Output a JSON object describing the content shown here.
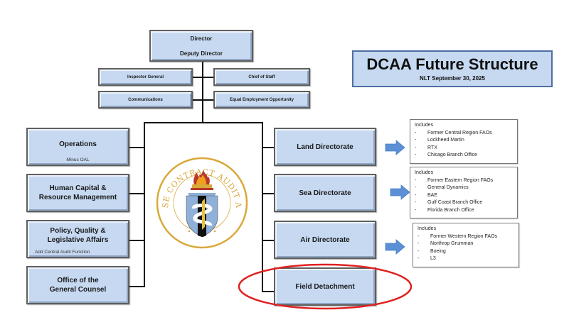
{
  "header": {
    "title": "DCAA Future Structure",
    "subtitle": "NLT September 30, 2025"
  },
  "top": {
    "director": "Director",
    "deputy_director": "Deputy Director"
  },
  "staff": {
    "inspector_general": "Inspector General",
    "chief_of_staff": "Chief of Staff",
    "communications": "Communications",
    "eeo": "Equal Employment Opportunity"
  },
  "left_units": [
    {
      "label": "Operations",
      "note": "Minus OAL"
    },
    {
      "label": "Human Capital & Resource Management",
      "note": ""
    },
    {
      "label": "Policy, Quality & Legislative Affairs",
      "note": "Add Central Audit Function"
    },
    {
      "label": "Office of the General Counsel",
      "note": ""
    }
  ],
  "right_units": [
    {
      "label": "Land Directorate"
    },
    {
      "label": "Sea Directorate"
    },
    {
      "label": "Air Directorate"
    },
    {
      "label": "Field Detachment",
      "highlighted": true
    }
  ],
  "includes": [
    {
      "header": "Includes",
      "items": [
        "Former Central Region FAOs",
        "Lockheed Martin",
        "RTX",
        "Chicago Branch Office"
      ]
    },
    {
      "header": "Includes",
      "items": [
        "Former Eastern Region FAOs",
        "General Dynamics",
        "BAE",
        "Gulf Coast Branch Office",
        "Florida Branch Office"
      ]
    },
    {
      "header": "Includes",
      "items": [
        "Former Western Region FAOs",
        "Northrop Grumman",
        "Boeing",
        "L3"
      ]
    }
  ],
  "seal": {
    "text": "DEFENSE CONTRACT AUDIT AGENCY"
  },
  "colors": {
    "box_fill": "#c6d9f1",
    "arrow": "#5b8fd6",
    "highlight": "#e02020",
    "seal_gold": "#d9a93a",
    "seal_shield": "#8fb0d8"
  }
}
